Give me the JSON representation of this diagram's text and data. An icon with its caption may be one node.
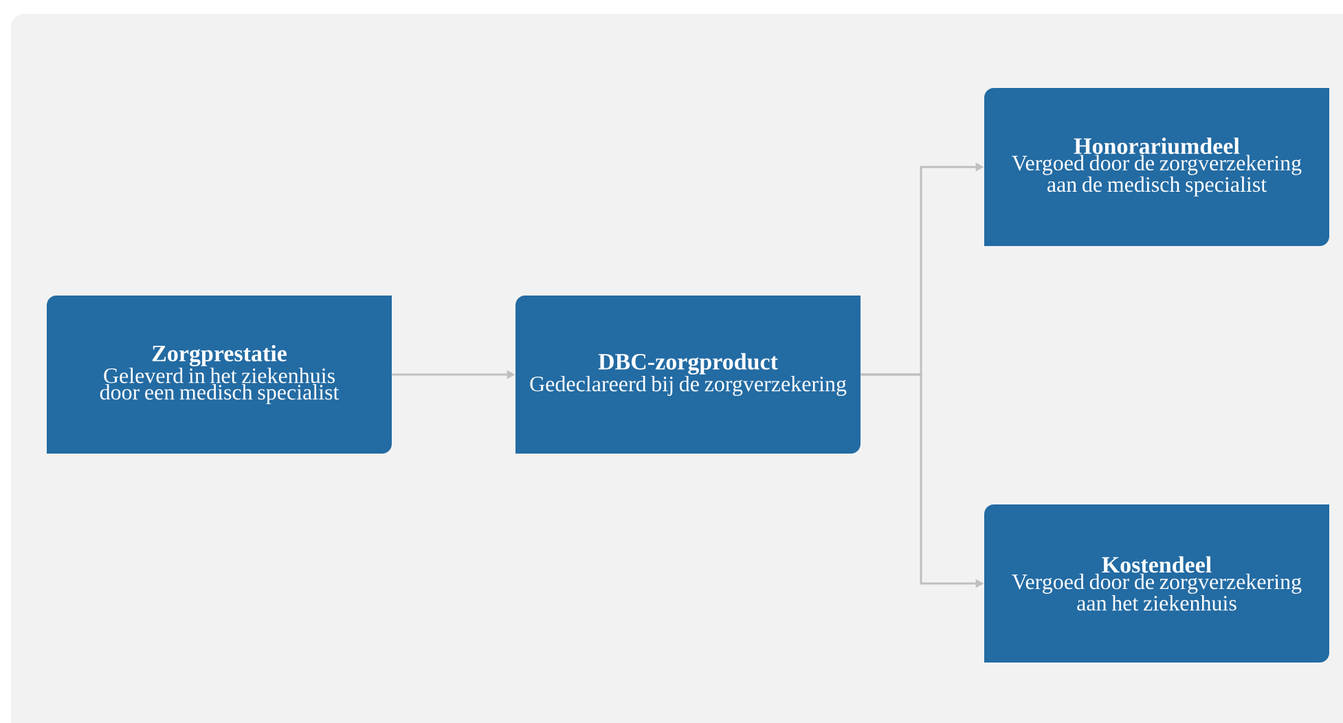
{
  "diagram": {
    "nodes": [
      {
        "text": [
          "Zorgprestatie",
          "Geleverd in het ziekenhuis door een medisch specialist"
        ]
      },
      {
        "text": [
          "DBC-zorgproduct",
          "Gedeclareerd bij de zorgverzekering"
        ]
      },
      {
        "text": [
          "Honorariumdeel",
          "Vergoed door de zorgverzekering aan de medisch specialist"
        ]
      },
      {
        "text": [
          "Kostendeel",
          "Vergoed door de zorgverzekering aan het ziekenhuis"
        ]
      }
    ],
    "edges": [
      {
        "from": 0,
        "to": 1,
        "arrow": "to"
      },
      {
        "from": 1,
        "to": 2,
        "arrow": "to"
      },
      {
        "from": 1,
        "to": 3,
        "arrow": "to"
      }
    ]
  }
}
